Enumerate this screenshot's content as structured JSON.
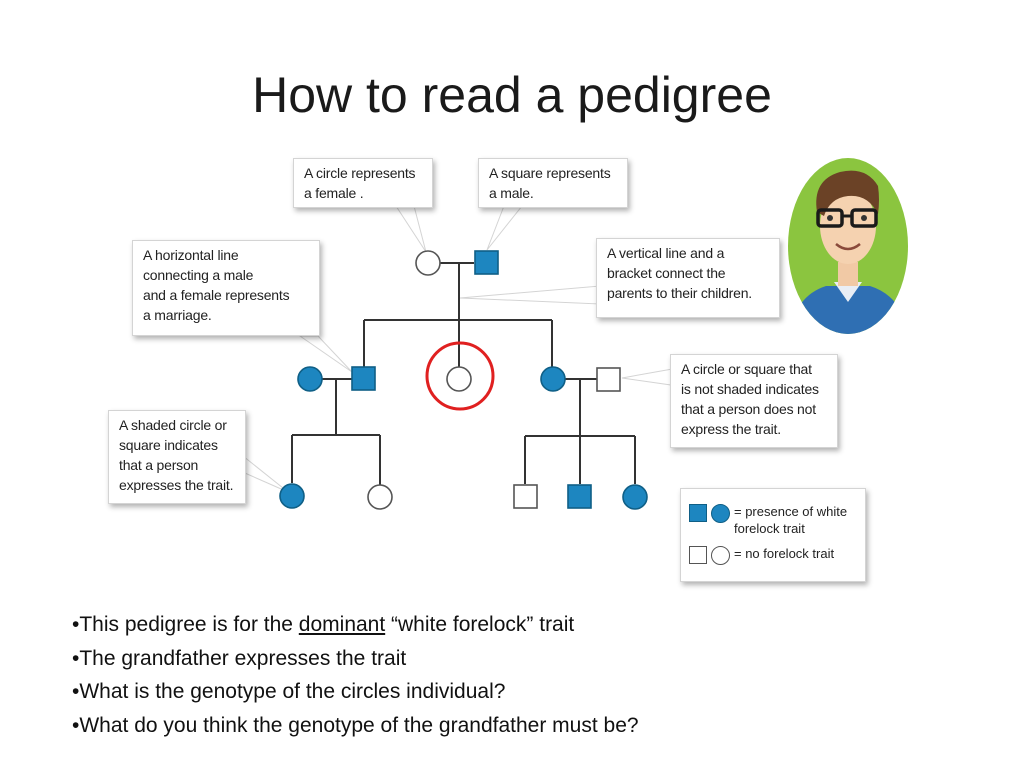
{
  "title": "How to read a pedigree",
  "callouts": {
    "circle_female": "A circle represents\na female .",
    "square_male": "A square represents\na male.",
    "horizontal_line": "A horizontal line\nconnecting a male\nand a female represents\na marriage.",
    "vertical_line": "A vertical line and a\nbracket connect the\nparents to their children.",
    "not_shaded": "A circle or square that\nis not shaded indicates\nthat a person does not\nexpress the trait.",
    "shaded": "A shaded circle or\nsquare indicates\nthat a person\nexpresses the trait."
  },
  "legend": {
    "presence": "= presence of white\nforelock trait",
    "absence": "= no forelock trait"
  },
  "bullets": [
    {
      "pre": "•This pedigree is for the ",
      "emph": "dominant",
      "post": " “white forelock” trait"
    },
    {
      "pre": "•The grandfather expresses the trait",
      "emph": "",
      "post": ""
    },
    {
      "pre": "•What is the genotype of the circles individual?",
      "emph": "",
      "post": ""
    },
    {
      "pre": "•What do you think the genotype of the grandfather must be?",
      "emph": "",
      "post": ""
    }
  ],
  "colors": {
    "affected_fill": "#1d86c0",
    "highlight_ring": "#e02020",
    "avatar_bg": "#8bc53f"
  },
  "icons": {
    "avatar": "cartoon-man-with-glasses"
  }
}
